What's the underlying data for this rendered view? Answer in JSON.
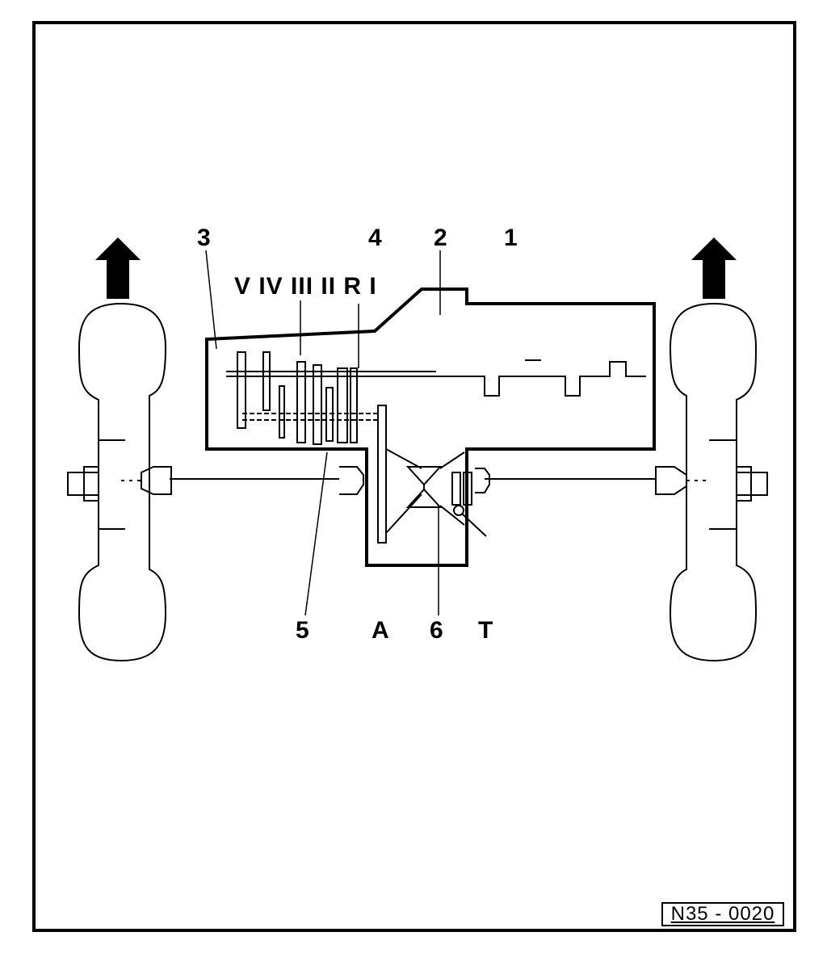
{
  "figure": {
    "callouts": {
      "c1": "1",
      "c2": "2",
      "c3": "3",
      "c4": "4",
      "c5": "5",
      "c6": "6",
      "cA": "A",
      "cT": "T"
    },
    "gear_labels": "V IV III II R I",
    "reference_code": "N35 - 0020"
  }
}
